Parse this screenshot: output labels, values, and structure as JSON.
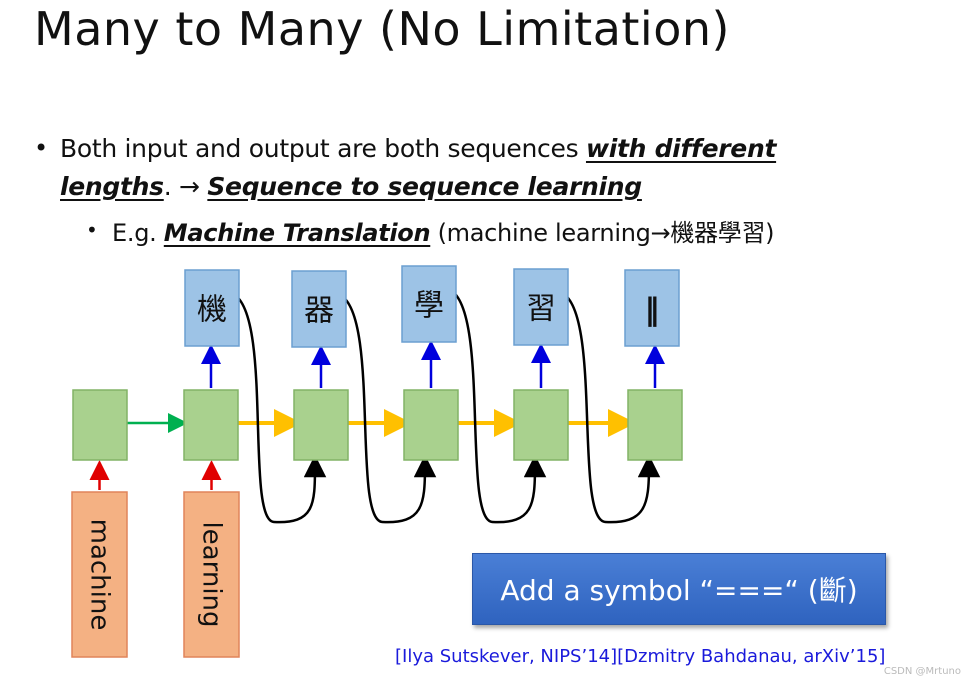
{
  "slide": {
    "title": "Many to Many (No Limitation)",
    "bullet1": {
      "part1": "Both input and output are both sequences ",
      "emph1": "with different",
      "emph2": "lengths",
      "part2": ". → ",
      "emph3": "Sequence to sequence learning"
    },
    "bullet2": {
      "part1": "E.g. ",
      "emph": "Machine Translation",
      "part2": " (machine learning→機器學習)"
    },
    "bullet_glyph": "•",
    "note": "Add a symbol “===“ (斷)",
    "citation": "[Ilya Sutskever, NIPS’14][Dzmitry Bahdanau, arXiv’15]",
    "watermark": "CSDN @Mrtuno"
  },
  "diagram": {
    "inputs": [
      "machine",
      "learning"
    ],
    "outputs": [
      "機",
      "器",
      "學",
      "習",
      "‖"
    ],
    "colors": {
      "rnn_fill": "#a9d18e",
      "rnn_stroke": "#82b366",
      "input_fill": "#f4b183",
      "input_stroke": "#e0845a",
      "output_fill": "#9dc3e6",
      "output_stroke": "#6b9fd1",
      "input_arrow": "#e00000",
      "output_arrow": "#0000dd",
      "encoder_arrow": "#00b050",
      "decoder_arrow": "#ffc000",
      "feedback": "#000000"
    }
  }
}
